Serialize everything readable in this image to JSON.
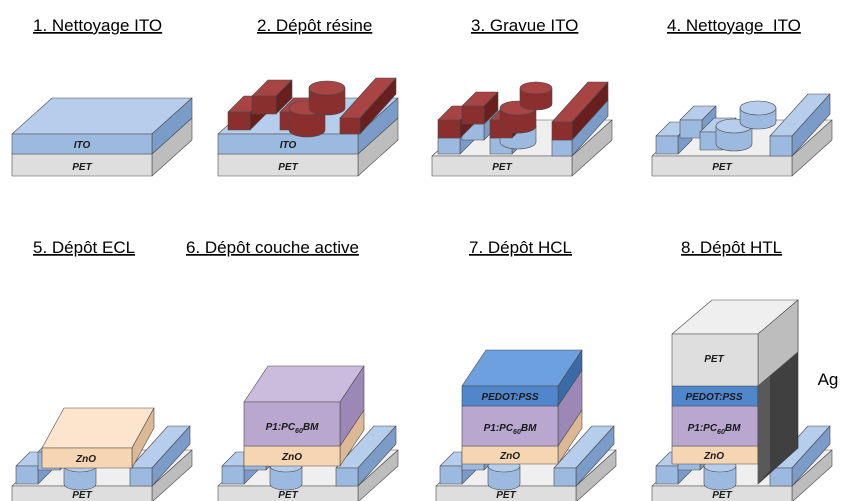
{
  "steps": [
    {
      "title": "1. Nettoyage ITO"
    },
    {
      "title": "2. Dépôt résine"
    },
    {
      "title": "3. Gravue ITO"
    },
    {
      "title": "4. Nettoyage  ITO"
    },
    {
      "title": "5. Dépôt ECL"
    },
    {
      "title": "6. Dépôt couche active"
    },
    {
      "title": "7. Dépôt HCL"
    },
    {
      "title": "8. Dépôt HTL"
    }
  ],
  "layer_labels": {
    "pet": "PET",
    "ito": "ITO",
    "zno": "ZnO",
    "active_prefix": "P1:PC",
    "active_sub": "60",
    "active_suffix": "BM",
    "pedot": "PEDOT:PSS",
    "ag": "Ag"
  },
  "colors": {
    "pet_front": "#dedede",
    "pet_top": "#efefef",
    "pet_side": "#bdbdbd",
    "ito_front": "#9cb9df",
    "ito_top": "#b6cdeb",
    "ito_side": "#7b9cc9",
    "resin_front": "#8b2e2e",
    "resin_top": "#a84444",
    "resin_side": "#6a1f1f",
    "zno_front": "#f6d5b3",
    "zno_top": "#fde4cc",
    "zno_side": "#ddb895",
    "active_front": "#b9a7cf",
    "active_top": "#cbbcdd",
    "active_side": "#9b88b6",
    "pedot_front": "#4f86cc",
    "pedot_top": "#6da0de",
    "pedot_side": "#3a6aa8",
    "ag_dark": "#404040",
    "ag_light": "#6a6a6a"
  }
}
